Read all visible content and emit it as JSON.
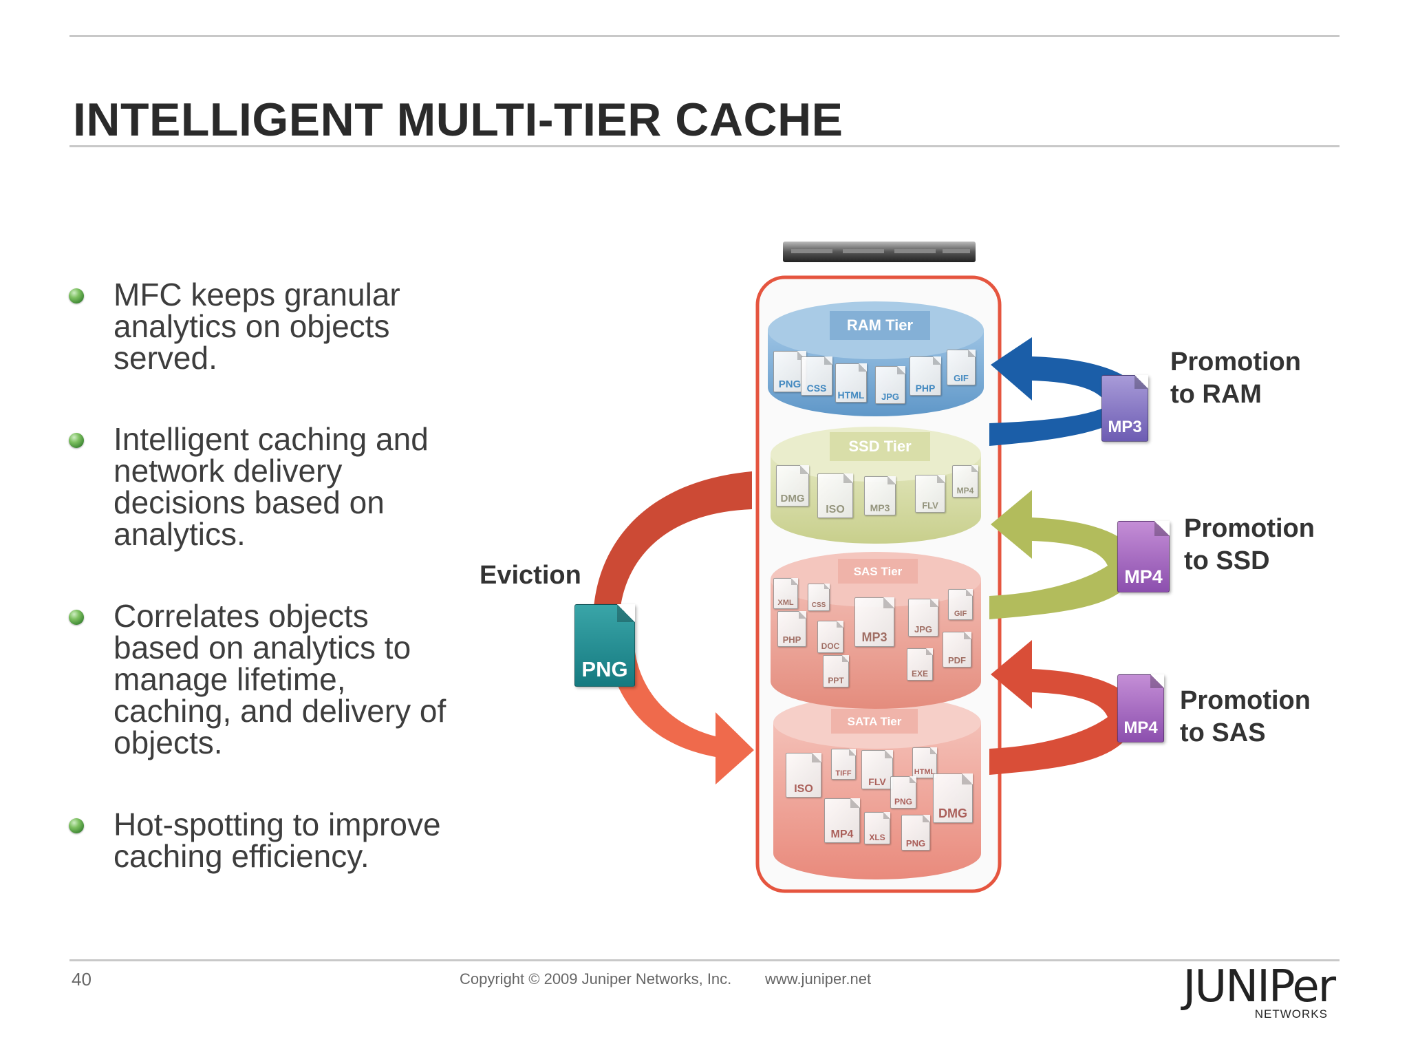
{
  "slide": {
    "title": "INTELLIGENT MULTI-TIER CACHE",
    "bullets": [
      "MFC keeps granular\nanalytics on objects\nserved.",
      "Intelligent caching and\nnetwork delivery\ndecisions based on\nanalytics.",
      "Correlates objects\nbased on analytics to\nmanage lifetime,\ncaching, and delivery of\nobjects.",
      "Hot-spotting to improve\ncaching efficiency."
    ]
  },
  "diagram": {
    "tiers": [
      {
        "label": "RAM Tier",
        "color": "#6fa3cf",
        "files": [
          "PNG",
          "CSS",
          "HTML",
          "JPG",
          "PHP",
          "GIF"
        ]
      },
      {
        "label": "SSD Tier",
        "color": "#cfd59a",
        "files": [
          "DMG",
          "ISO",
          "MP3",
          "FLV",
          "MP4"
        ]
      },
      {
        "label": "SAS Tier",
        "color": "#e79b8f",
        "files": [
          "XML",
          "CSS",
          "PHP",
          "DOC",
          "MP3",
          "JPG",
          "GIF",
          "PPT",
          "EXE",
          "PDF"
        ]
      },
      {
        "label": "SATA Tier",
        "color": "#ea978b",
        "files": [
          "ISO",
          "TIFF",
          "FLV",
          "HTML",
          "PNG",
          "MP4",
          "XLS",
          "PNG",
          "DMG"
        ]
      }
    ],
    "eviction": {
      "label": "Eviction",
      "file": "PNG"
    },
    "promotions": [
      {
        "label": "Promotion\nto RAM",
        "file": "MP3",
        "color": "#1f5fa3"
      },
      {
        "label": "Promotion\nto SSD",
        "file": "MP4",
        "color": "#a2ad4a"
      },
      {
        "label": "Promotion\nto SAS",
        "file": "MP4",
        "color": "#e0553e"
      }
    ],
    "colors": {
      "container_border": "#e5553f",
      "eviction_arrow": "#e65a3e"
    }
  },
  "footer": {
    "page_number": "40",
    "copyright": "Copyright © 2009 Juniper Networks, Inc.",
    "website": "www.juniper.net",
    "logo_word": "JUNIPer",
    "logo_sub": "NETWORKS"
  }
}
